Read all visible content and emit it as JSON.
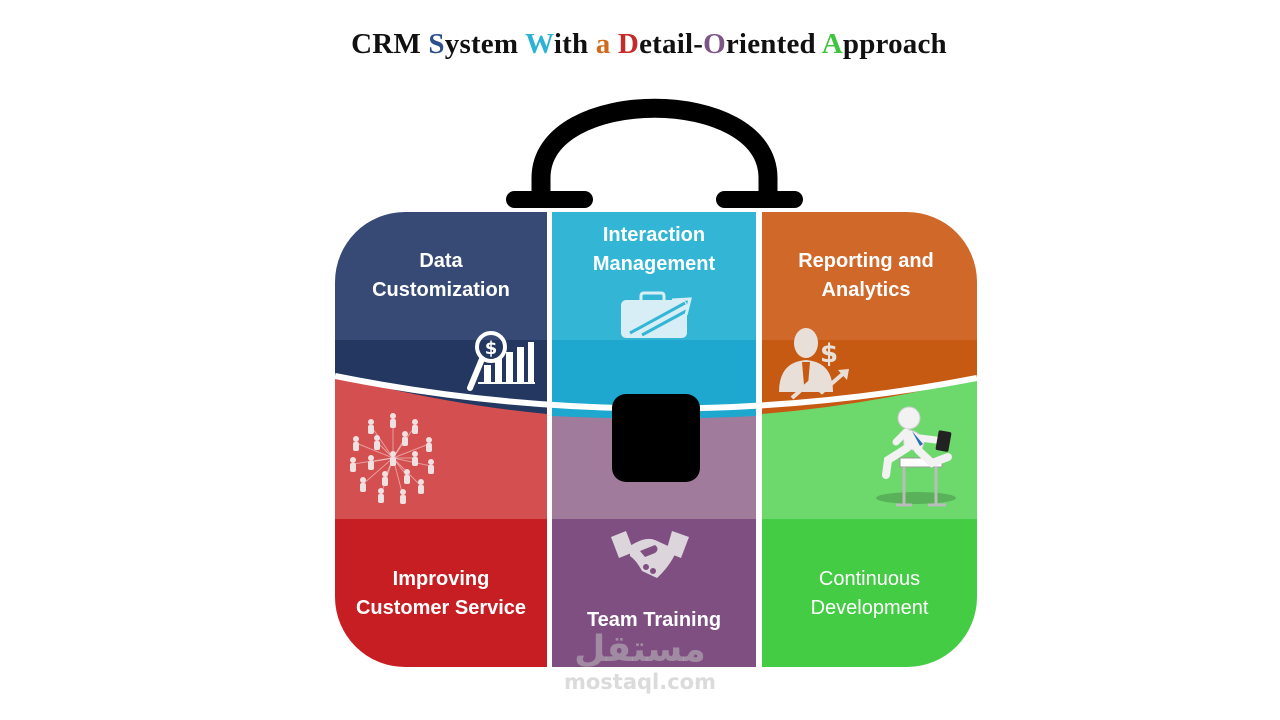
{
  "title": {
    "segments": [
      {
        "text": "CRM ",
        "color": "#111111"
      },
      {
        "text": "S",
        "color": "#2e4e8c"
      },
      {
        "text": "ystem ",
        "color": "#111111"
      },
      {
        "text": "W",
        "color": "#2cb3d3"
      },
      {
        "text": "ith ",
        "color": "#111111"
      },
      {
        "text": "a",
        "color": "#cf6a1d"
      },
      {
        "text": " ",
        "color": "#111111"
      },
      {
        "text": "D",
        "color": "#c62b2b"
      },
      {
        "text": "etail-",
        "color": "#111111"
      },
      {
        "text": "O",
        "color": "#7d5688"
      },
      {
        "text": "riented ",
        "color": "#111111"
      },
      {
        "text": "A",
        "color": "#3fc43f"
      },
      {
        "text": "pproach",
        "color": "#111111"
      }
    ]
  },
  "sections": {
    "data_customization": {
      "line1": "Data",
      "line2": "Customization",
      "icon": "magnifier-chart-icon"
    },
    "interaction_management": {
      "line1": "Interaction",
      "line2": "Management",
      "icon": "briefcase-growth-icon"
    },
    "reporting_analytics": {
      "line1": "Reporting and",
      "line2": "Analytics",
      "icon": "businessman-dollar-icon"
    },
    "customer_service": {
      "line1": "Improving",
      "line2": "Customer Service",
      "icon": "people-network-icon"
    },
    "team_training": {
      "line1": "Team Training",
      "icon": "handshake-icon"
    },
    "continuous_development": {
      "line1": "Continuous",
      "line2": "Development",
      "icon": "hurdle-runner-icon"
    }
  },
  "colors": {
    "navy": "#364a75",
    "cyan": "#33b6d5",
    "orange": "#d0682a",
    "red": "#c61e22",
    "purple": "#7f4f82",
    "green": "#45cc45"
  },
  "watermark": {
    "arabic": "مستقل",
    "latin": "mostaql.com"
  }
}
